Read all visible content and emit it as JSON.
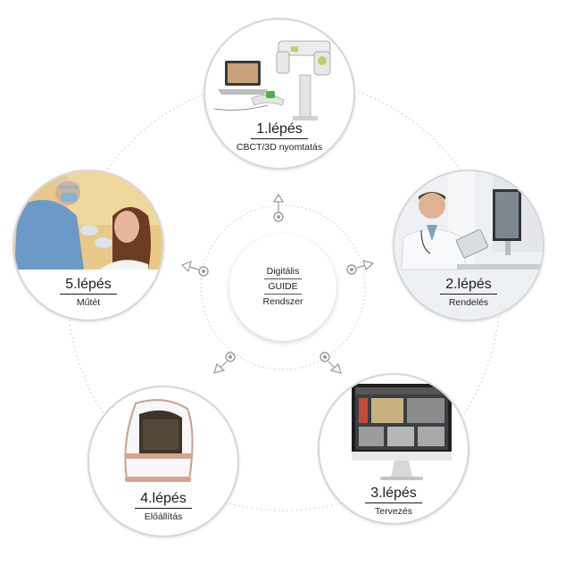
{
  "center": {
    "line1": "Digitális",
    "line2": "GUIDE",
    "line3": "Rendszer"
  },
  "steps": [
    {
      "title": "1.lépés",
      "subtitle": "CBCT/3D nyomtatás",
      "illustration": "cbct-scanner-laptop"
    },
    {
      "title": "2.lépés",
      "subtitle": "Rendelés",
      "illustration": "doctor-with-monitor"
    },
    {
      "title": "3.lépés",
      "subtitle": "Tervezés",
      "illustration": "planning-monitor"
    },
    {
      "title": "4.lépés",
      "subtitle": "Előállítás",
      "illustration": "3d-printer"
    },
    {
      "title": "5.lépés",
      "subtitle": "Műtét",
      "illustration": "dentist-patient"
    }
  ],
  "colors": {
    "line": "#c8c8c8",
    "arrow": "#9a9a9a",
    "text": "#222222"
  }
}
